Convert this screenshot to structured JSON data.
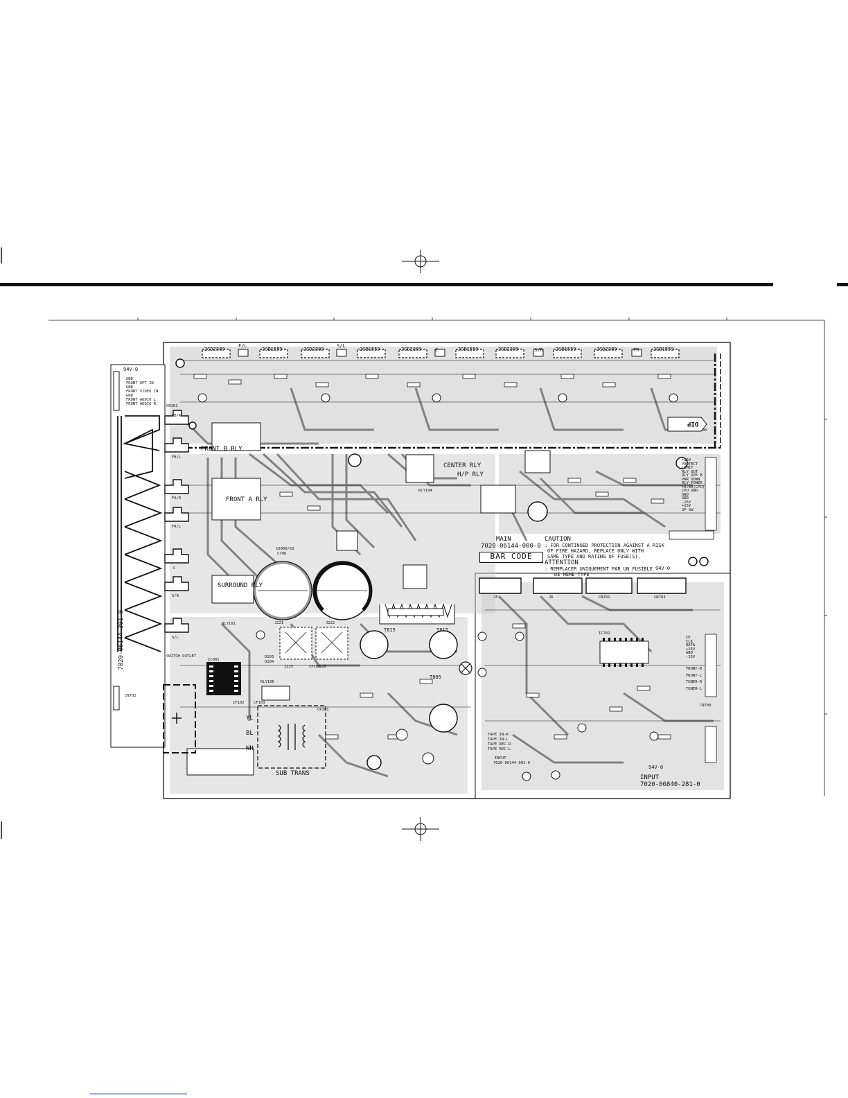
{
  "board": {
    "transistor_labels": [
      "2SD2389",
      "F/L",
      "2SB1559",
      "2SD2389",
      "S/L",
      "2SB1559",
      "2SD2389",
      "C",
      "2SB1559",
      "2SD2389",
      "S/R",
      "2SB1559",
      "2SD2389",
      "FR",
      "2SB1559"
    ],
    "dip_label": "DIP",
    "front_b_rly": "FRONT B RLY",
    "front_a_rly": "FRONT A RLY",
    "center_rly": "CENTER RLY",
    "hp_rly": "H/P RLY",
    "surround_rly": "SURROUND RLY",
    "sub_trans": "SUB TRANS",
    "wire_yl": "YL",
    "wire_bl": "BL",
    "wire_wh": "WH",
    "cap_main": "10000/63",
    "cap_main_ref": "C706",
    "switch_outlet": "SWITCH OUTLET",
    "main_title": "MAIN",
    "main_part_no": "7020-06144-000-0",
    "bar_code": "BAR CODE",
    "caution_title": "CAUTION",
    "caution_lines": [
      ": FOR CONTINUED PROTECTION AGAINST A RISK",
      "OF FIRE HAZARD, REPLACE ONLY WITH",
      "SAME TYPE AND RATING OF FUSE(S)."
    ],
    "attention_title": "ATTENTION",
    "attention_lines": [
      ": REMPLACER UNIQUEMENT PAR UN FUSIBLE",
      "DE MEME TYPE"
    ],
    "ul_mark": "94V-0",
    "input_title": "INPUT",
    "input_part_no": "7020-06840-281-0",
    "left_board_part_no": "7020-06144-301-0",
    "input_inner_label": "INPUT",
    "input_inner_part_no": "7020-06144-001-0",
    "t815_a": "T815",
    "t815_b": "T815",
    "t805": "T805",
    "ic701": "IC701",
    "protect_labels": [
      "+15V",
      "PROTECT",
      "LIMIT",
      "RLY OUT",
      "RLY SPK B",
      "PWR DOWN",
      "RLY-POWER",
      "+5.6V(CPU)",
      "CPU GND",
      "GND",
      "GND",
      "-15V",
      "+15V",
      "SP SW"
    ],
    "input_right_labels": [
      "CE",
      "CLK",
      "DATA",
      "+15V",
      "GND",
      "-15V",
      "FRONT-R",
      "FRONT-L",
      "TUNER-R",
      "TUNER-L"
    ],
    "input_bottom_labels": [
      "TAPE IN-R",
      "TAPE IN-L",
      "TAPE REC-R",
      "TAPE REC-L"
    ],
    "left_conn_labels": [
      "GND",
      "FRONT OPT IN",
      "GND",
      "FRONT VIDEO IN",
      "GND",
      "FRONT AUDIO L",
      "FRONT AUDIO R"
    ],
    "side_tabs": [
      "FB/R",
      "FB/L",
      "FA/R",
      "FA/L",
      "C",
      "S/R",
      "S/L"
    ],
    "misc_refs": [
      "CN101",
      "CN702",
      "J222",
      "J221",
      "J226",
      "J225",
      "RLY101",
      "RLY104",
      "RLY106",
      "CP100",
      "CP201",
      "D103",
      "D104",
      "IC901",
      "CF103",
      "CF102",
      "J5",
      "J6",
      "CN701",
      "CN703",
      "CN700"
    ]
  }
}
